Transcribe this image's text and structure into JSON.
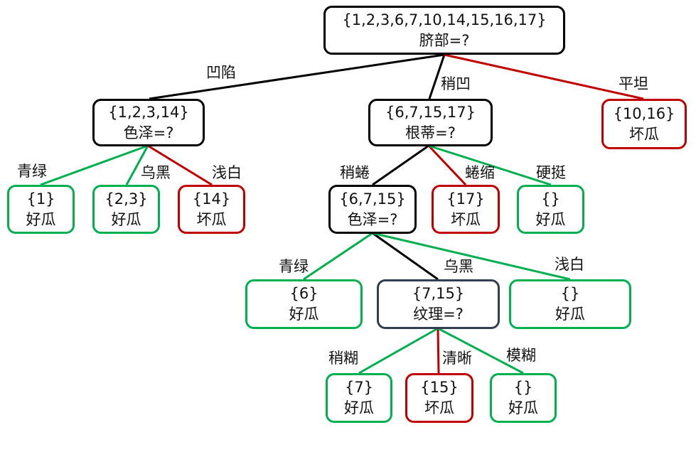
{
  "colors": {
    "good": "#00b050",
    "bad": "#c00000",
    "internal": "#000000",
    "highlight": "#333f50"
  },
  "nodes": [
    {
      "set": "{1,2,3,6,7,10,14,15,16,17}",
      "text": "脐部=?"
    },
    {
      "set": "{1,2,3,14}",
      "text": "色泽=?"
    },
    {
      "set": "{6,7,15,17}",
      "text": "根蒂=?"
    },
    {
      "set": "{10,16}",
      "text": "坏瓜"
    },
    {
      "set": "{1}",
      "text": "好瓜"
    },
    {
      "set": "{2,3}",
      "text": "好瓜"
    },
    {
      "set": "{14}",
      "text": "坏瓜"
    },
    {
      "set": "{6,7,15}",
      "text": "色泽=?"
    },
    {
      "set": "{17}",
      "text": "坏瓜"
    },
    {
      "set": "{}",
      "text": "好瓜"
    },
    {
      "set": "{6}",
      "text": "好瓜"
    },
    {
      "set": "{7,15}",
      "text": "纹理=?"
    },
    {
      "set": "{}",
      "text": "好瓜"
    },
    {
      "set": "{7}",
      "text": "好瓜"
    },
    {
      "set": "{15}",
      "text": "坏瓜"
    },
    {
      "set": "{}",
      "text": "好瓜"
    }
  ],
  "edges": [
    "凹陷",
    "稍凹",
    "平坦",
    "青绿",
    "乌黑",
    "浅白",
    "稍蜷",
    "蜷缩",
    "硬挺",
    "青绿",
    "乌黑",
    "浅白",
    "稍糊",
    "清晰",
    "模糊"
  ]
}
